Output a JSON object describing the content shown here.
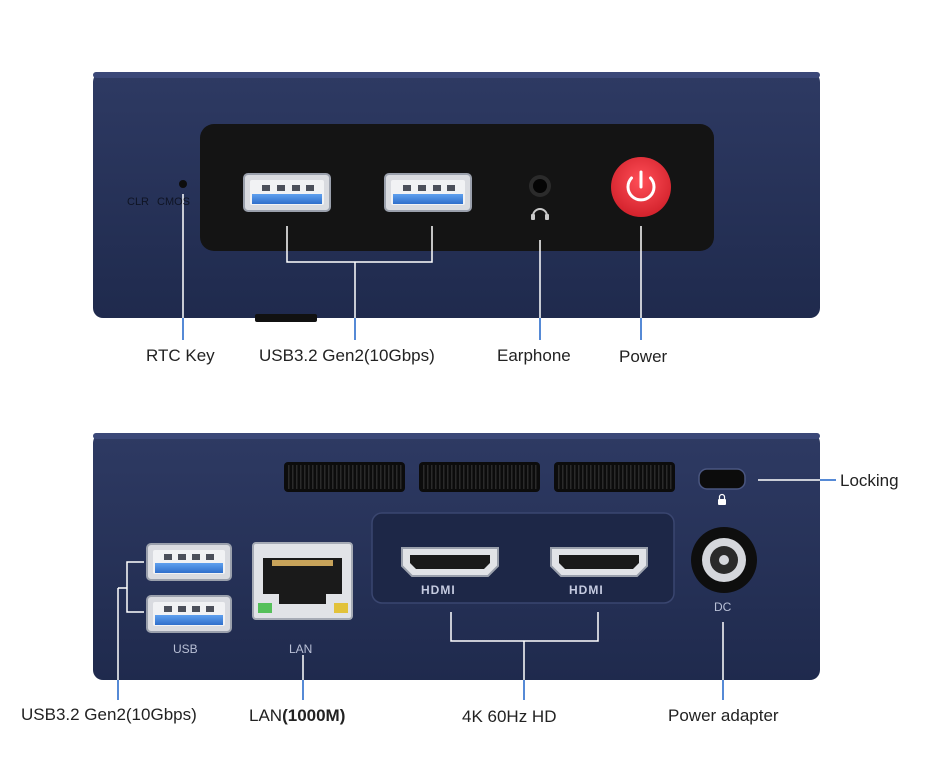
{
  "front": {
    "clr_text": "CLR",
    "cmos_text": "CMOS",
    "labels": {
      "rtc": "RTC Key",
      "usb": "USB3.2 Gen2(10Gbps)",
      "earphone": "Earphone",
      "power": "Power"
    }
  },
  "rear": {
    "usb_text": "USB",
    "lan_text": "LAN",
    "dc_text": "DC",
    "hdmi_text": "HDMI",
    "labels": {
      "locking": "Locking",
      "usb": "USB3.2 Gen2(10Gbps)",
      "lan_prefix": "LAN",
      "lan_suffix": "(1000M)",
      "hdmi": "4K 60Hz HD",
      "power_adapter": "Power adapter"
    }
  },
  "colors": {
    "chassis": "#243056",
    "panel": "#141414",
    "usb_blue": "#3b7fd9",
    "power_red": "#e8313b",
    "leader": "#1e63c9"
  }
}
